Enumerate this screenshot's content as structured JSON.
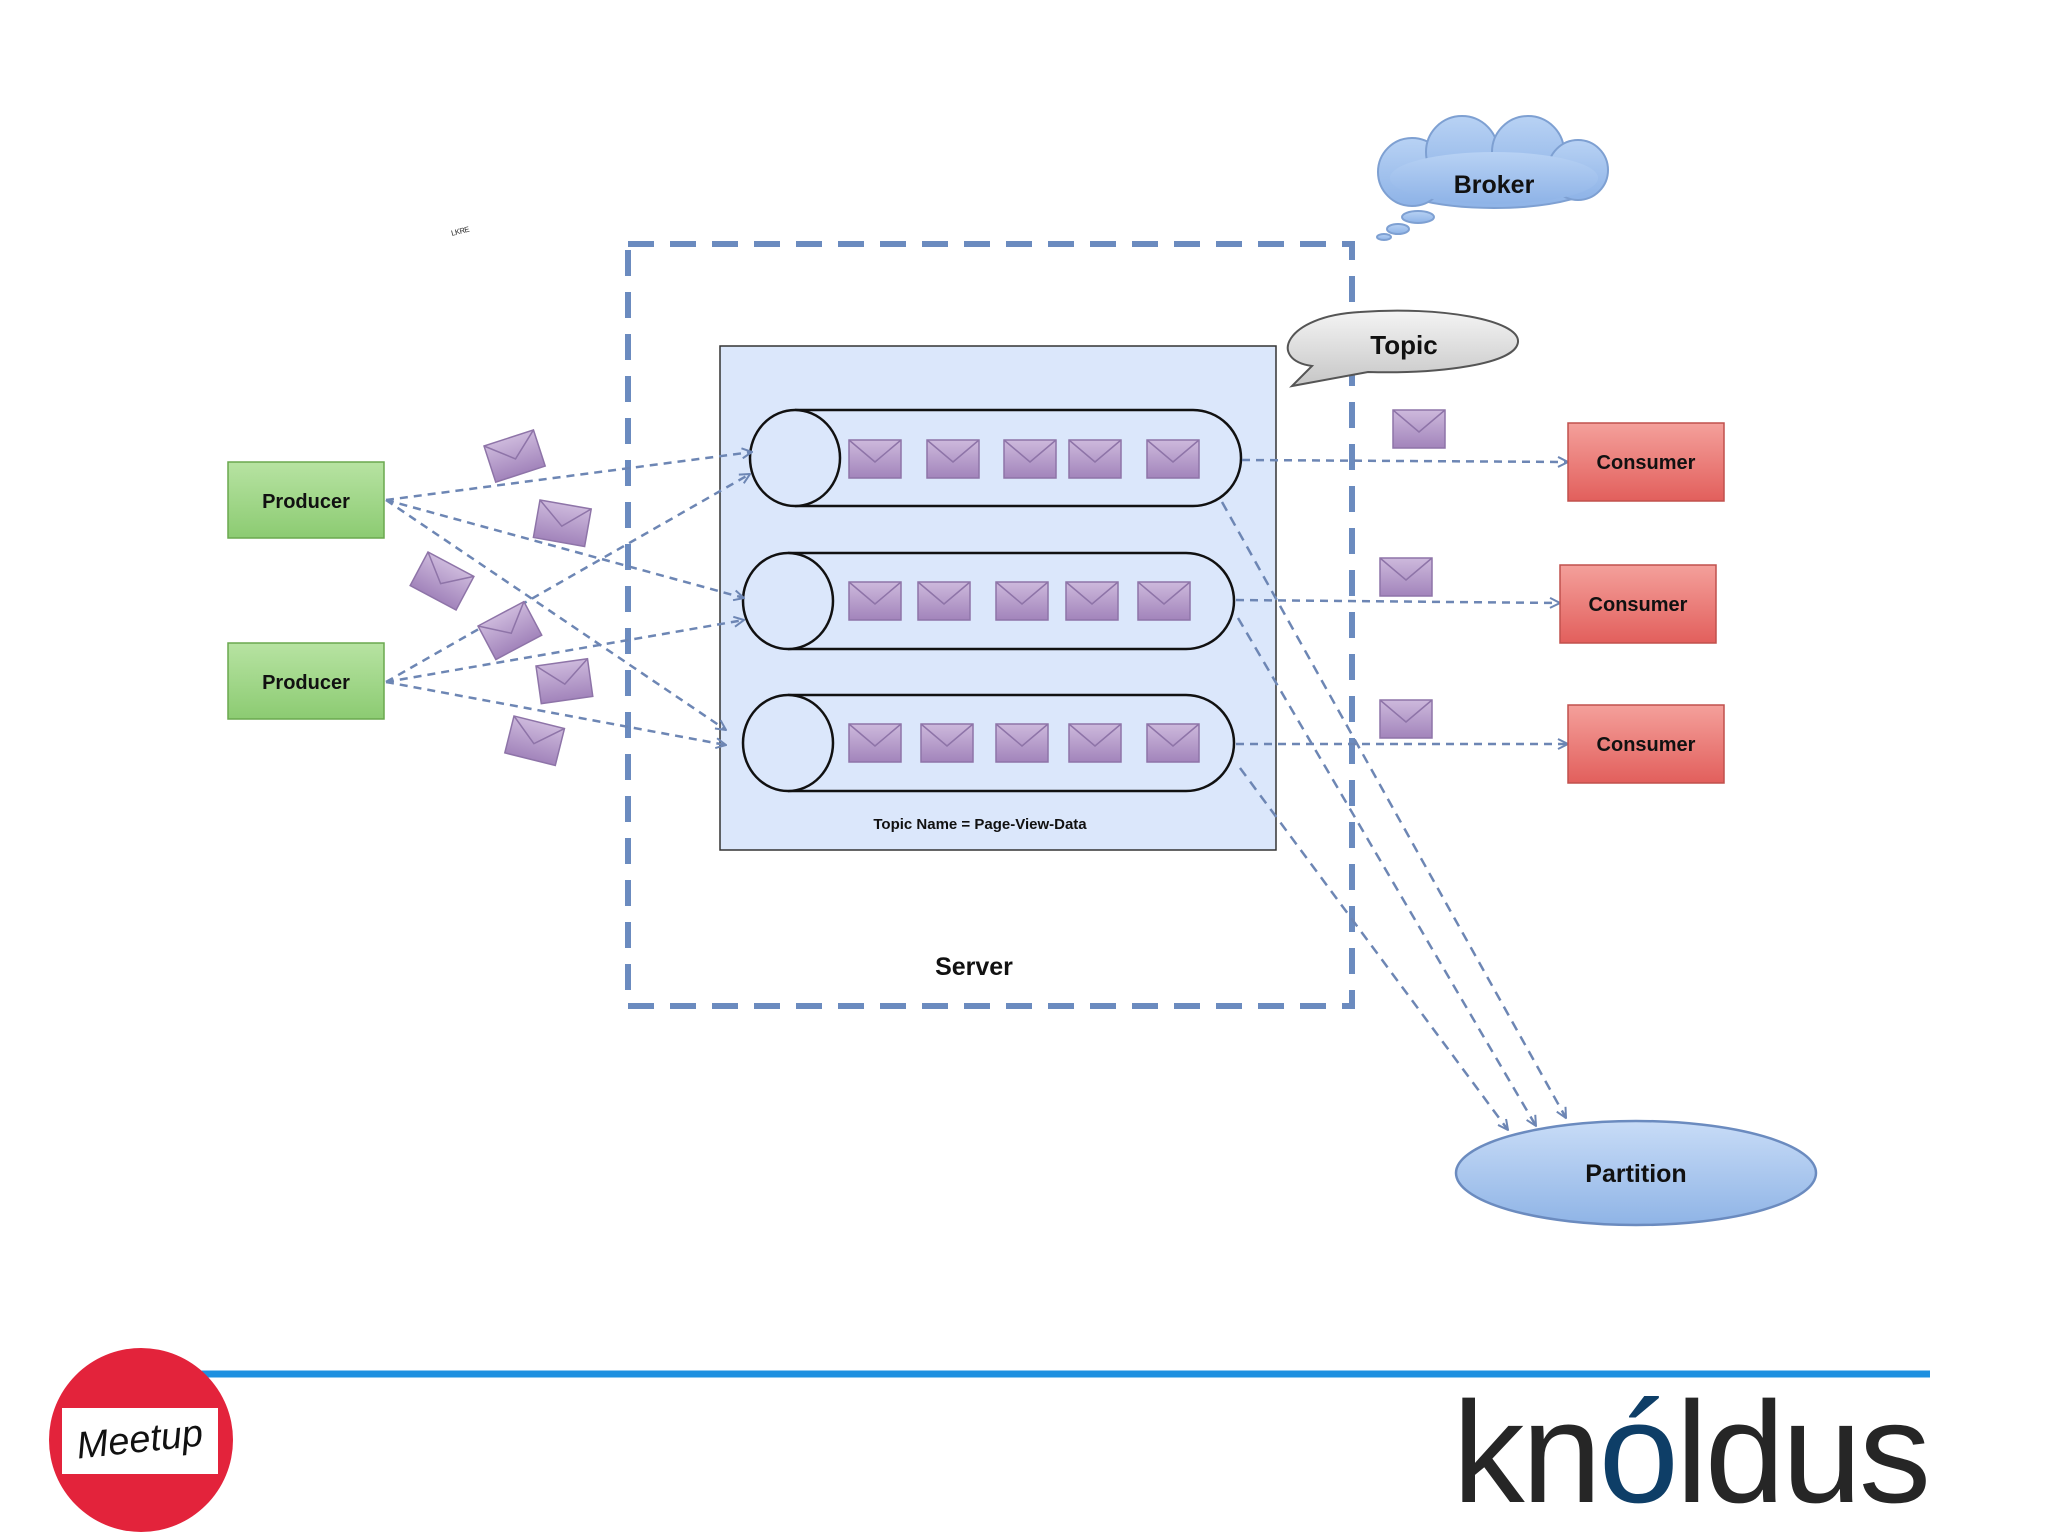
{
  "diagram": {
    "producers": [
      {
        "label": "Producer"
      },
      {
        "label": "Producer"
      }
    ],
    "consumers": [
      {
        "label": "Consumer"
      },
      {
        "label": "Consumer"
      },
      {
        "label": "Consumer"
      }
    ],
    "broker_label": "Broker",
    "topic_label": "Topic",
    "topic_name": "Topic Name = Page-View-Data",
    "server_label": "Server",
    "partition_label": "Partition",
    "scribble": "ᴸᴷᴿᴱ"
  },
  "footer": {
    "meetup_label": "Meetup",
    "brand_text": "knóldus"
  },
  "colors": {
    "producer_fill": "#9fd48a",
    "consumer_fill": "#e8716e",
    "topic_box_fill": "#dbe7fb",
    "arrow": "#6d86b4",
    "server_border": "#6b8bbf",
    "message": "#b29ac6",
    "partition_fill": "#a9c8ef",
    "footer_line": "#1e90e0",
    "meetup_red": "#e3233b",
    "brand_dark": "#262626",
    "brand_blue": "#0e3e67"
  }
}
